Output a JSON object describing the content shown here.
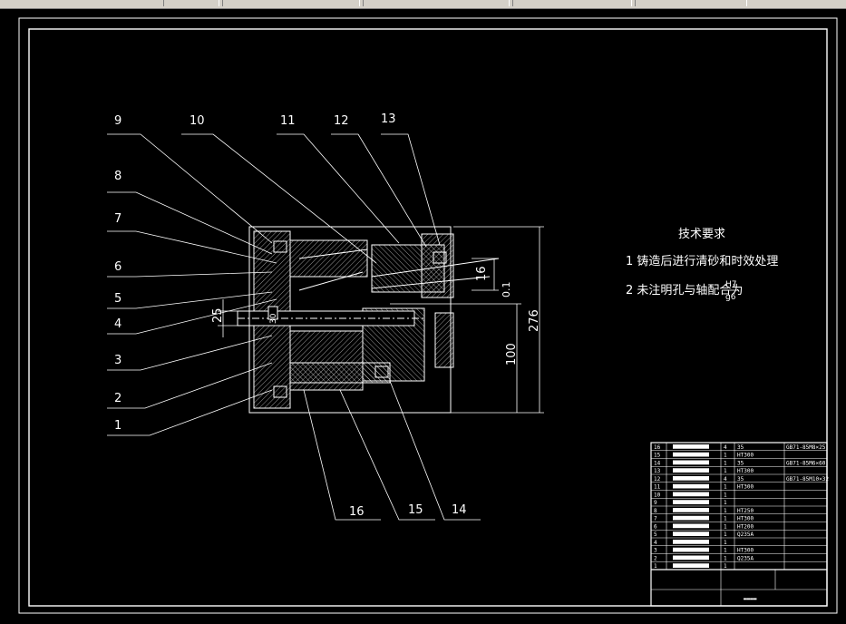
{
  "callouts": [
    "1",
    "2",
    "3",
    "4",
    "5",
    "6",
    "7",
    "8",
    "9",
    "10",
    "11",
    "12",
    "13",
    "14",
    "15",
    "16"
  ],
  "dimensions": {
    "d25": "25",
    "d16": "16",
    "d276": "276",
    "d100": "100",
    "d01": "0.1",
    "d30": "30"
  },
  "tech_req": {
    "title": "技术要求",
    "line1": "1 铸造后进行清砂和时效处理",
    "line2": "2 未注明孔与轴配合为",
    "fit_top": "H7",
    "fit_bottom": "g6"
  },
  "bom_rows": [
    {
      "no": "16",
      "qty": "4",
      "mat": "35",
      "std": "GB71-85M8×25"
    },
    {
      "no": "15",
      "qty": "1",
      "mat": "HT300",
      "std": ""
    },
    {
      "no": "14",
      "qty": "1",
      "mat": "35",
      "std": "GB71-85M6×60"
    },
    {
      "no": "13",
      "qty": "1",
      "mat": "HT300",
      "std": ""
    },
    {
      "no": "12",
      "qty": "4",
      "mat": "35",
      "std": "GB71-85M10×32"
    },
    {
      "no": "11",
      "qty": "1",
      "mat": "HT300",
      "std": ""
    },
    {
      "no": "10",
      "qty": "1",
      "mat": "",
      "std": ""
    },
    {
      "no": "9",
      "qty": "1",
      "mat": "",
      "std": ""
    },
    {
      "no": "8",
      "qty": "1",
      "mat": "HT250",
      "std": ""
    },
    {
      "no": "7",
      "qty": "1",
      "mat": "HT300",
      "std": ""
    },
    {
      "no": "6",
      "qty": "1",
      "mat": "HT200",
      "std": ""
    },
    {
      "no": "5",
      "qty": "1",
      "mat": "Q235A",
      "std": ""
    },
    {
      "no": "4",
      "qty": "1",
      "mat": "",
      "std": ""
    },
    {
      "no": "3",
      "qty": "1",
      "mat": "HT300",
      "std": ""
    },
    {
      "no": "2",
      "qty": "1",
      "mat": "Q235A",
      "std": ""
    },
    {
      "no": "1",
      "qty": "1",
      "mat": "",
      "std": ""
    }
  ],
  "colors": {
    "background": "#000000",
    "lines": "#ffffff",
    "toolbar": "#d4d0c8"
  }
}
